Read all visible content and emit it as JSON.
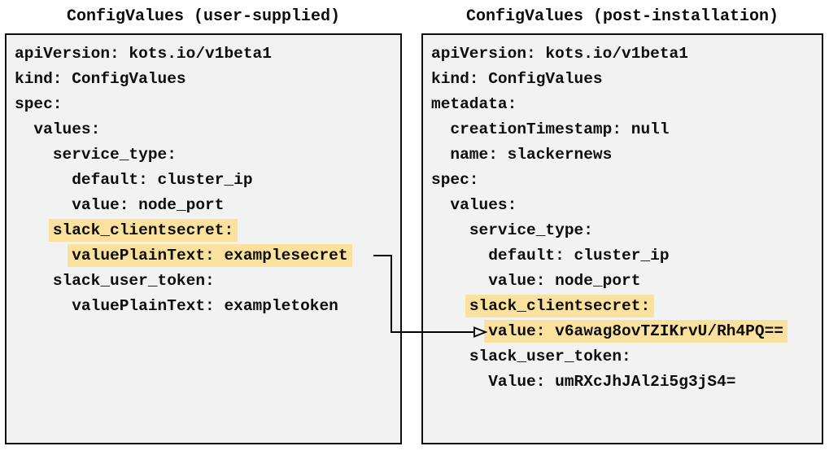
{
  "diagram": {
    "left_panel": {
      "title": "ConfigValues (user-supplied)",
      "lines": [
        {
          "indent": "",
          "text": "apiVersion: kots.io/v1beta1",
          "highlight": false
        },
        {
          "indent": "",
          "text": "kind: ConfigValues",
          "highlight": false
        },
        {
          "indent": "",
          "text": "spec:",
          "highlight": false
        },
        {
          "indent": "  ",
          "text": "values:",
          "highlight": false
        },
        {
          "indent": "    ",
          "text": "service_type:",
          "highlight": false
        },
        {
          "indent": "      ",
          "text": "default: cluster_ip",
          "highlight": false
        },
        {
          "indent": "      ",
          "text": "value: node_port",
          "highlight": false
        },
        {
          "indent": "    ",
          "text": "slack_clientsecret:",
          "highlight": true
        },
        {
          "indent": "      ",
          "text": "valuePlainText: examplesecret",
          "highlight": true
        },
        {
          "indent": "    ",
          "text": "slack_user_token:",
          "highlight": false
        },
        {
          "indent": "      ",
          "text": "valuePlainText: exampletoken",
          "highlight": false
        }
      ]
    },
    "right_panel": {
      "title": "ConfigValues (post-installation)",
      "lines": [
        {
          "indent": "",
          "text": "apiVersion: kots.io/v1beta1",
          "highlight": false
        },
        {
          "indent": "",
          "text": "kind: ConfigValues",
          "highlight": false
        },
        {
          "indent": "",
          "text": "metadata:",
          "highlight": false
        },
        {
          "indent": "  ",
          "text": "creationTimestamp: null",
          "highlight": false
        },
        {
          "indent": "  ",
          "text": "name: slackernews",
          "highlight": false
        },
        {
          "indent": "",
          "text": "spec:",
          "highlight": false
        },
        {
          "indent": "  ",
          "text": "values:",
          "highlight": false
        },
        {
          "indent": "    ",
          "text": "service_type:",
          "highlight": false
        },
        {
          "indent": "      ",
          "text": "default: cluster_ip",
          "highlight": false
        },
        {
          "indent": "      ",
          "text": "value: node_port",
          "highlight": false
        },
        {
          "indent": "    ",
          "text": "slack_clientsecret:",
          "highlight": true
        },
        {
          "indent": "      ",
          "text": "value: v6awag8ovTZIKrvU/Rh4PQ==",
          "highlight": true
        },
        {
          "indent": "    ",
          "text": "slack_user_token:",
          "highlight": false
        },
        {
          "indent": "      ",
          "text": "Value: umRXcJhJAl2i5g3jS4=",
          "highlight": false
        }
      ]
    },
    "connector": {
      "from_line": "valuePlainText: examplesecret",
      "to_line": "value: v6awag8ovTZIKrvU/Rh4PQ==",
      "direction": "left-to-right"
    },
    "colors": {
      "highlight": "#fbe19e",
      "box_background": "#f2f2f2",
      "box_border": "#0f0f0f",
      "arrow": "#000000",
      "text": "#0d0d0d"
    }
  }
}
